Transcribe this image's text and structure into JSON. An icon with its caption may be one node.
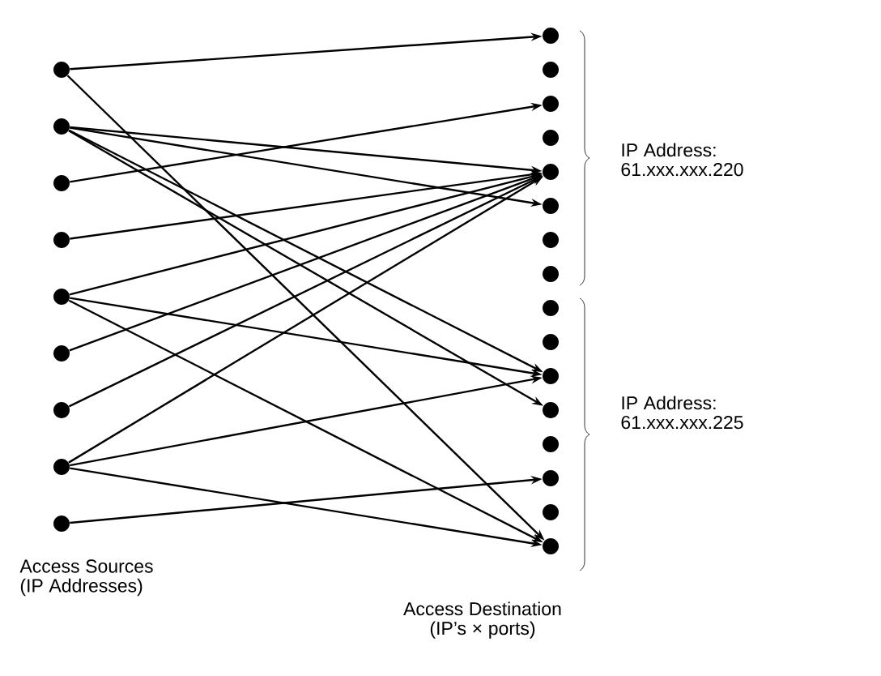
{
  "diagram": {
    "nodes": [
      {
        "text": [],
        "shape": "circle"
      },
      {
        "text": [],
        "shape": "circle"
      },
      {
        "text": [],
        "shape": "circle"
      },
      {
        "text": [],
        "shape": "circle"
      },
      {
        "text": [],
        "shape": "circle"
      },
      {
        "text": [],
        "shape": "circle"
      },
      {
        "text": [],
        "shape": "circle"
      },
      {
        "text": [],
        "shape": "circle"
      },
      {
        "text": [],
        "shape": "circle"
      },
      {
        "text": [],
        "shape": "circle"
      },
      {
        "text": [],
        "shape": "circle"
      },
      {
        "text": [],
        "shape": "circle"
      },
      {
        "text": [],
        "shape": "circle"
      },
      {
        "text": [],
        "shape": "circle"
      },
      {
        "text": [],
        "shape": "circle"
      },
      {
        "text": [],
        "shape": "circle"
      },
      {
        "text": [],
        "shape": "circle"
      },
      {
        "text": [],
        "shape": "circle"
      },
      {
        "text": [],
        "shape": "circle"
      },
      {
        "text": [],
        "shape": "circle"
      },
      {
        "text": [],
        "shape": "circle"
      },
      {
        "text": [],
        "shape": "circle"
      },
      {
        "text": [],
        "shape": "circle"
      },
      {
        "text": [],
        "shape": "circle"
      },
      {
        "text": [],
        "shape": "circle"
      }
    ],
    "edges": [
      {
        "from": 0,
        "to": 9,
        "arrow": "to"
      },
      {
        "from": 0,
        "to": 24,
        "arrow": "to"
      },
      {
        "from": 1,
        "to": 13,
        "arrow": "to"
      },
      {
        "from": 1,
        "to": 14,
        "arrow": "to"
      },
      {
        "from": 1,
        "to": 19,
        "arrow": "to"
      },
      {
        "from": 1,
        "to": 20,
        "arrow": "to"
      },
      {
        "from": 2,
        "to": 11,
        "arrow": "to"
      },
      {
        "from": 3,
        "to": 13,
        "arrow": "to"
      },
      {
        "from": 4,
        "to": 13,
        "arrow": "to"
      },
      {
        "from": 4,
        "to": 19,
        "arrow": "to"
      },
      {
        "from": 4,
        "to": 24,
        "arrow": "to"
      },
      {
        "from": 5,
        "to": 13,
        "arrow": "to"
      },
      {
        "from": 6,
        "to": 13,
        "arrow": "to"
      },
      {
        "from": 7,
        "to": 13,
        "arrow": "to"
      },
      {
        "from": 7,
        "to": 19,
        "arrow": "to"
      },
      {
        "from": 7,
        "to": 24,
        "arrow": "to"
      },
      {
        "from": 8,
        "to": 22,
        "arrow": "to"
      }
    ],
    "labels": [
      "IP Address: 61.xxx.xxx.220",
      "IP Address: 61.xxx.xxx.225",
      "Access Sources (IP Addresses)",
      "Access Destination (IP’s × ports)"
    ]
  }
}
